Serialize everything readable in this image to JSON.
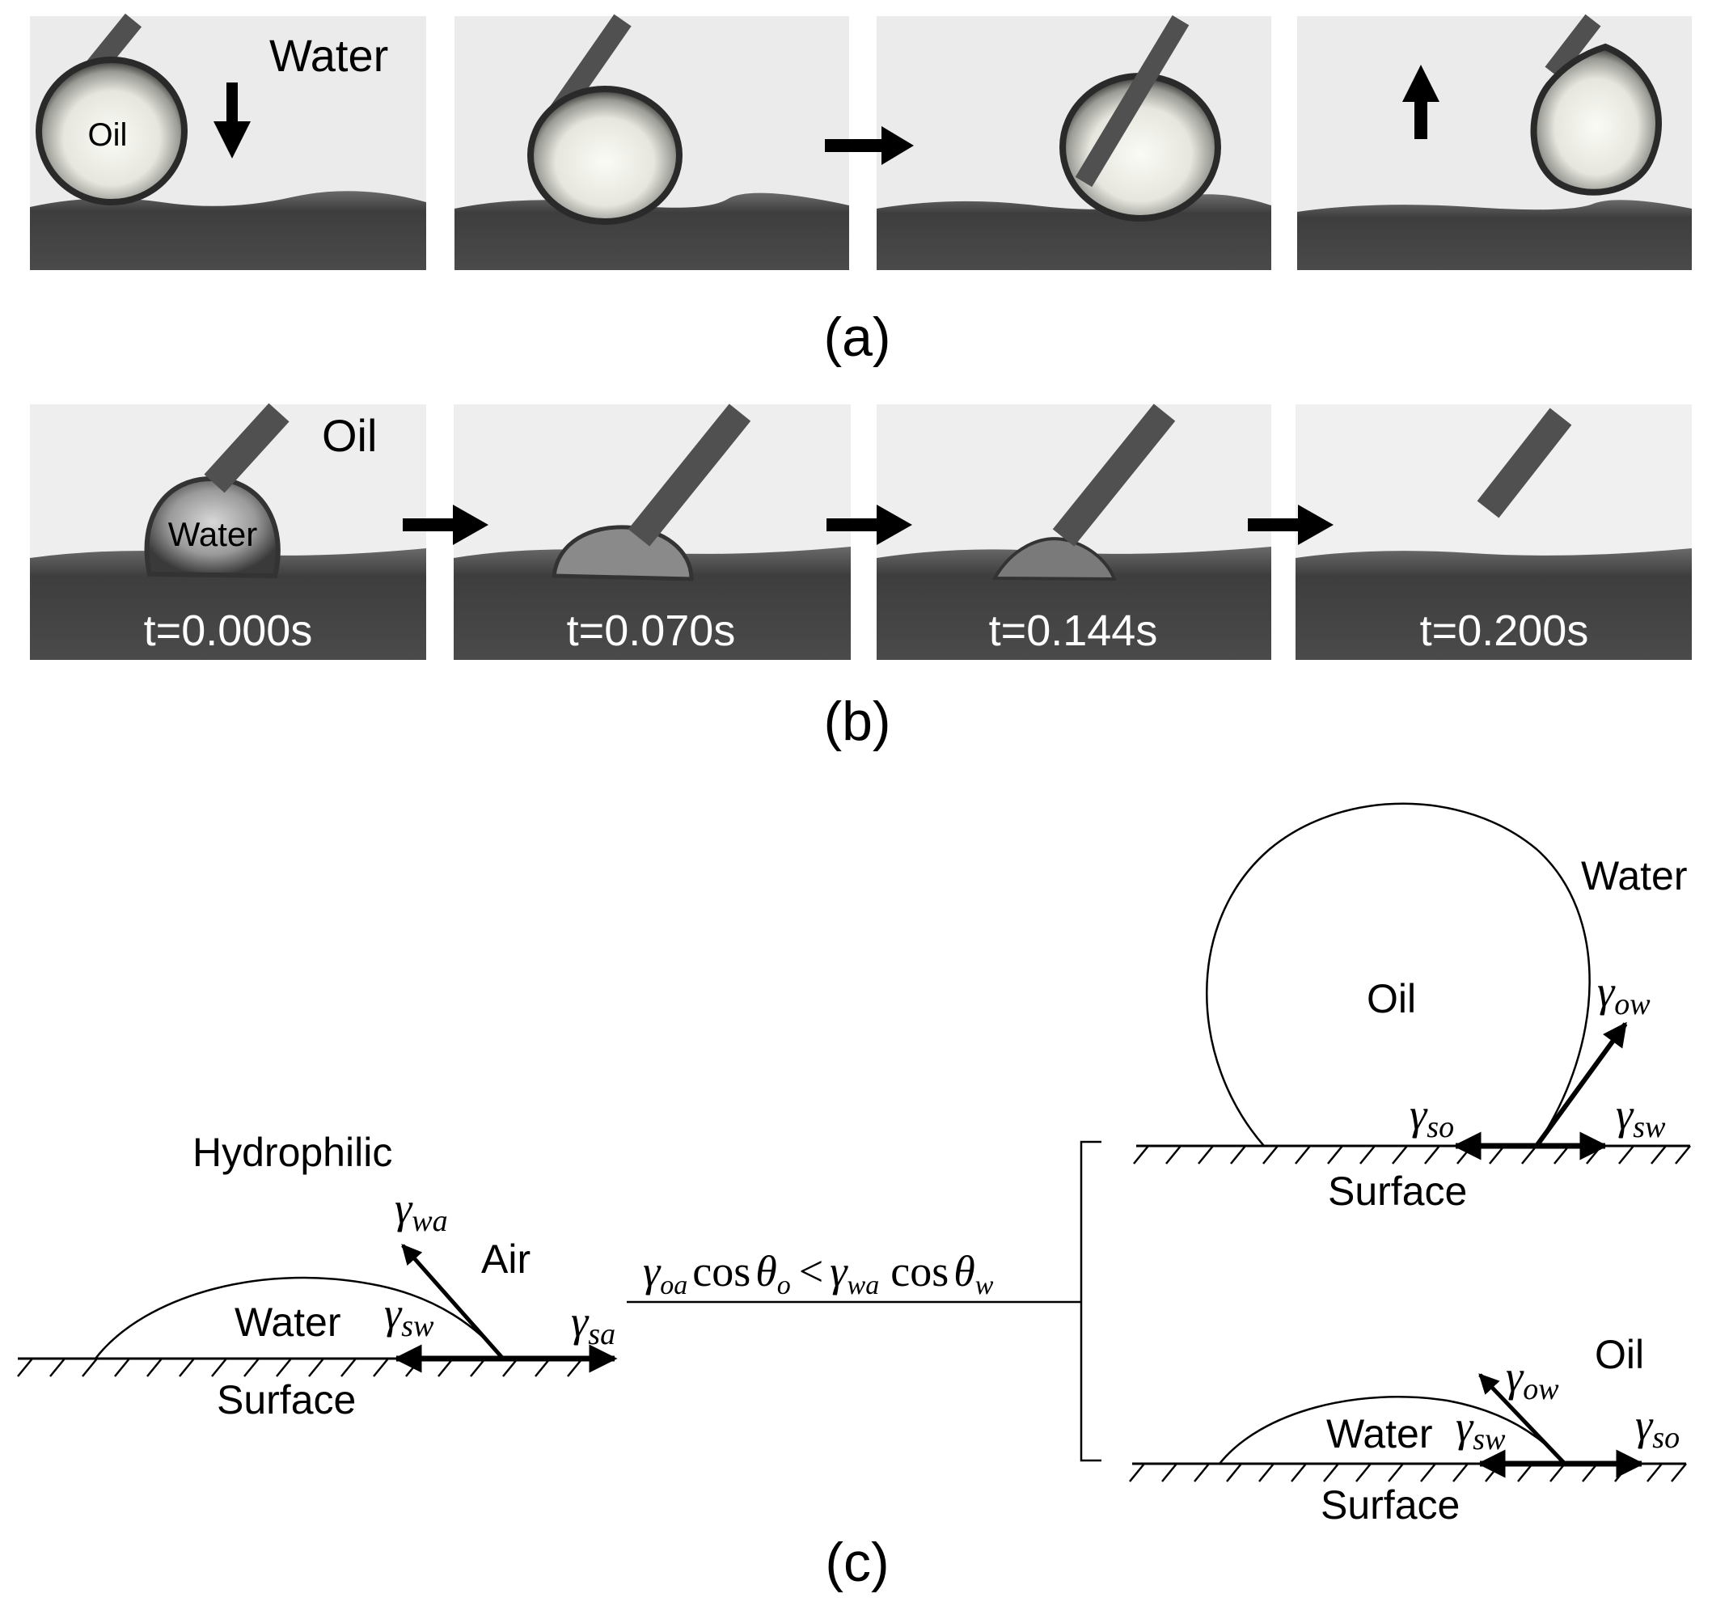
{
  "panel_a": {
    "caption": "(a)",
    "label_water": "Water",
    "label_oil": "Oil",
    "frames": [
      {
        "drop": "oil-drop-hanging"
      },
      {
        "drop": "oil-drop-pressed"
      },
      {
        "drop": "oil-drop-deformed"
      },
      {
        "drop": "oil-drop-lifted"
      }
    ],
    "arrows": [
      "arrow-down",
      "arrow-right",
      "arrow-up"
    ]
  },
  "panel_b": {
    "caption": "(b)",
    "label_oil": "Oil",
    "label_water": "Water",
    "frames": [
      {
        "time": "t=0.000s"
      },
      {
        "time": "t=0.070s"
      },
      {
        "time": "t=0.144s"
      },
      {
        "time": "t=0.200s"
      }
    ]
  },
  "panel_c": {
    "caption": "(c)",
    "left": {
      "title": "Hydrophilic",
      "air": "Air",
      "water": "Water",
      "surface": "Surface",
      "gamma_wa": "wa",
      "gamma_sw": "sw",
      "gamma_sa": "sa"
    },
    "condition": {
      "g1": "oa",
      "cos1": "cos",
      "theta1": "o",
      "lt": "<",
      "g2": "wa",
      "cos2": "cos",
      "theta2": "w"
    },
    "right_top": {
      "water": "Water",
      "oil": "Oil",
      "surface": "Surface",
      "gamma_ow": "ow",
      "gamma_so": "so",
      "gamma_sw": "sw"
    },
    "right_bottom": {
      "oil": "Oil",
      "water": "Water",
      "surface": "Surface",
      "gamma_ow": "ow",
      "gamma_sw": "sw",
      "gamma_so": "so"
    }
  },
  "colors": {
    "ink": "#000000",
    "photo_bg": "#ebebeb",
    "substrate": "#3c3c3c",
    "needle": "#505050"
  }
}
